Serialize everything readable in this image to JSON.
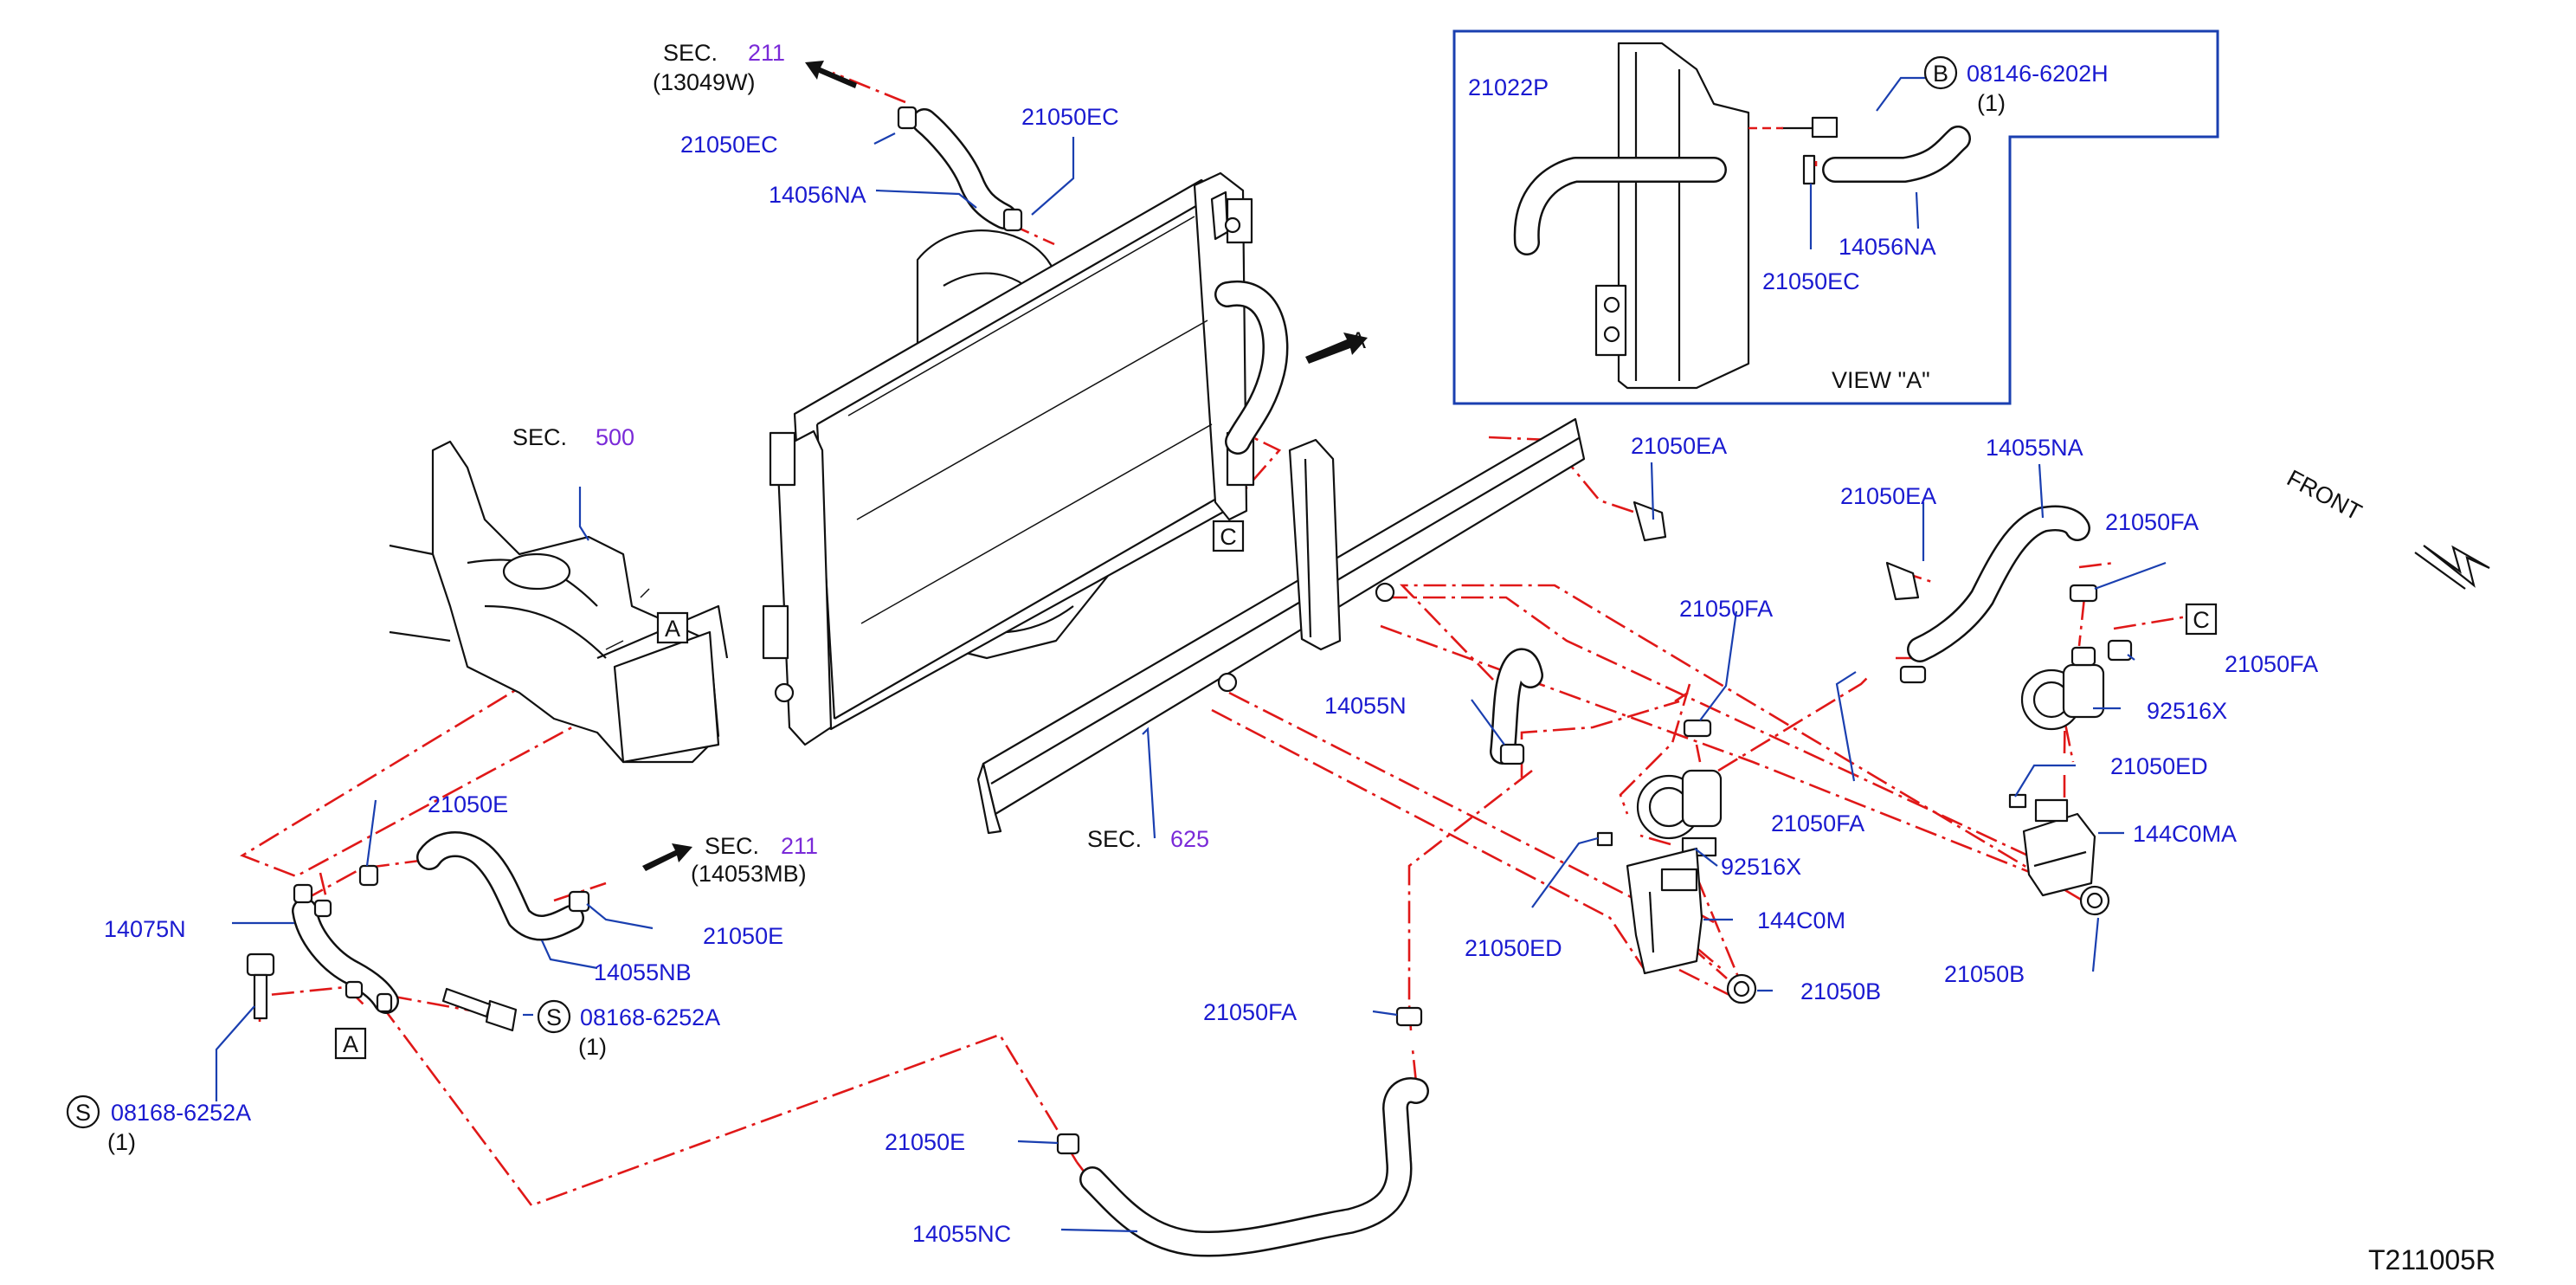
{
  "diagram_id": "T211005R",
  "colors": {
    "part_number": "#1a1ad0",
    "section_number": "#7a2ad8",
    "connection_line": "#e01818",
    "leader": "#1a3fb0",
    "inset_frame": "#1a3fb0"
  },
  "front_label": "FRONT",
  "section_prefix": "SEC.",
  "sections": [
    {
      "number": "211",
      "sub": "(13049W)"
    },
    {
      "number": "500"
    },
    {
      "number": "211",
      "sub": "(14053MB)"
    },
    {
      "number": "625"
    }
  ],
  "view_marker": "A",
  "view_caption": "VIEW \"A\"",
  "inset_parts": {
    "p21022P": "21022P",
    "p08146": "08146-6202H",
    "p08146_qty": "(1)",
    "p08146_symbol": "B",
    "p14056NA": "14056NA",
    "p21050EC": "21050EC"
  },
  "markers": {
    "a": "A",
    "c": "C"
  },
  "parts": {
    "p21050EC_left": "21050EC",
    "p21050EC_right": "21050EC",
    "p14056NA": "14056NA",
    "p21050EA_1": "21050EA",
    "p21050EA_2": "21050EA",
    "p14055NA": "14055NA",
    "p21050FA_1": "21050FA",
    "p21050FA_2": "21050FA",
    "p21050FA_3": "21050FA",
    "p21050FA_4": "21050FA",
    "p21050FA_5": "21050FA",
    "p92516X_1": "92516X",
    "p92516X_2": "92516X",
    "p21050ED_1": "21050ED",
    "p21050ED_2": "21050ED",
    "p144C0MA": "144C0MA",
    "p144C0M": "144C0M",
    "p21050B_1": "21050B",
    "p21050B_2": "21050B",
    "p14055N": "14055N",
    "p21050E_1": "21050E",
    "p21050E_2": "21050E",
    "p21050E_3": "21050E",
    "p14075N": "14075N",
    "p14055NB": "14055NB",
    "p14055NC": "14055NC",
    "p08168_1": "08168-6252A",
    "p08168_1_qty": "(1)",
    "p08168_2": "08168-6252A",
    "p08168_2_qty": "(1)",
    "bolt_symbol": "S"
  }
}
